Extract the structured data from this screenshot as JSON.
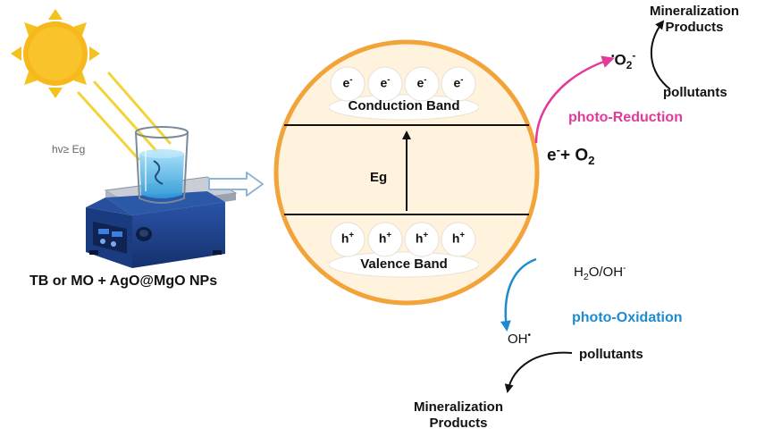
{
  "colors": {
    "sun": "#F6B81C",
    "sun_rays": "#F3C21F",
    "light_beams": "#F2D43A",
    "circle_border": "#F2A33A",
    "circle_fill": "#FFF3DE",
    "band_fill": "#FFFFFF",
    "reduction": "#E23A9A",
    "oxidation": "#1E8BD0",
    "arrow_outline": "#8FB4D9",
    "hotplate_body": "#1E3F8A",
    "hotplate_top": "#C9CED6",
    "liquid": "#4FB6E8"
  },
  "icons": [
    "sun-icon",
    "hotplate-stirrer-icon",
    "beaker-icon"
  ],
  "left": {
    "light_label": "hv≥ Eg",
    "reaction_label": "TB or MO  + AgO@MgO    NPs"
  },
  "circle": {
    "electron_symbol": "e",
    "electron_charge": "-",
    "electrons_count": 4,
    "conduction_band_label": "Conduction Band",
    "band_gap_label": "Eg",
    "hole_symbol": "h",
    "hole_charge": "+",
    "holes_count": 4,
    "valence_band_label": "Valence Band"
  },
  "reduction": {
    "reactant_e": "e",
    "reactant_e_charge": "-",
    "reactant_plus": "+ O",
    "reactant_o2_sub": "2",
    "process_label": "photo-Reduction",
    "product_dot": "•",
    "product_O": "O",
    "product_sub": "2",
    "product_charge": "-",
    "pollutants_label": "pollutants",
    "products_line1": "Mineralization",
    "products_line2": "Products"
  },
  "oxidation": {
    "reactant_H": "H",
    "reactant_sub": "2",
    "reactant_rest": "O/OH",
    "reactant_charge": "-",
    "process_label": "photo-Oxidation",
    "product_OH": "OH",
    "product_dot": "•",
    "pollutants_label": "pollutants",
    "products_line1": "Mineralization",
    "products_line2": "Products"
  }
}
